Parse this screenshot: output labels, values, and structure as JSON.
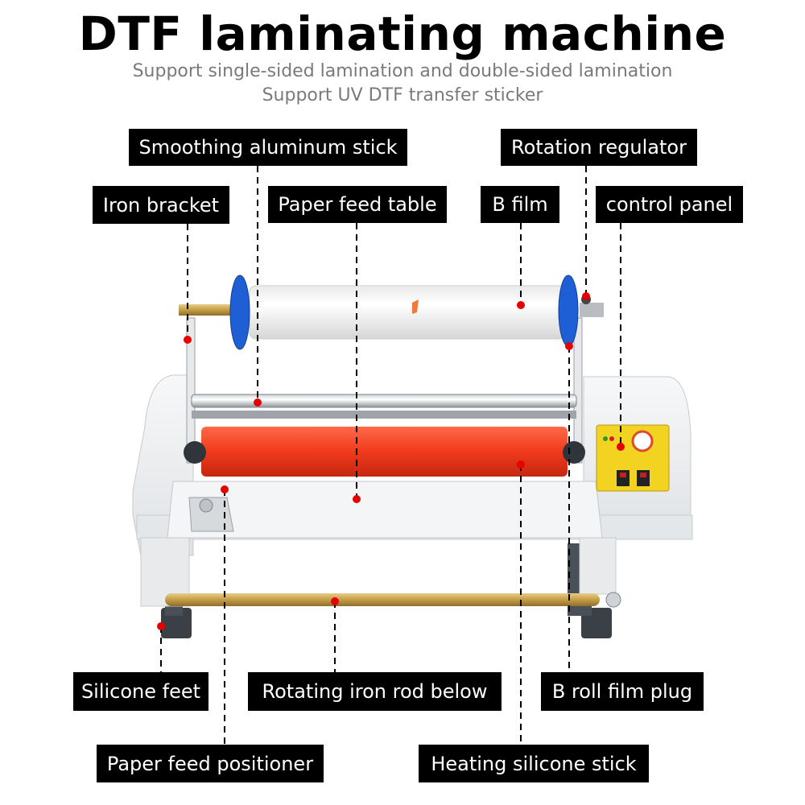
{
  "header": {
    "title": "DTF laminating machine",
    "subtitle_1": "Support single-sided lamination and double-sided lamination",
    "subtitle_2": "Support UV DTF transfer sticker"
  },
  "labels": {
    "smoothing_stick": "Smoothing aluminum stick",
    "rotation_regulator": "Rotation regulator",
    "iron_bracket": "Iron bracket",
    "paper_feed_table": "Paper feed table",
    "b_film": "B film",
    "control_panel": "control panel",
    "silicone_feet": "Silicone feet",
    "rotating_rod": "Rotating iron rod below",
    "b_roll_plug": "B roll film plug",
    "paper_feed_positioner": "Paper feed positioner",
    "heating_stick": "Heating silicone stick"
  },
  "colors": {
    "label_bg": "#000000",
    "label_text": "#ffffff",
    "marker": "#e60000",
    "heating_roller": "#f03a1c",
    "spool_blue": "#1f5fd6",
    "rod_gold": "#c9a24a",
    "panel_yellow": "#f2d321",
    "body_white": "#eef0f2"
  }
}
